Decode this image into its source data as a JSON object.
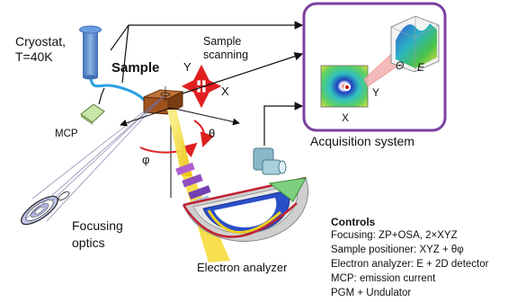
{
  "labels": {
    "cryostat_line1": "Cryostat,",
    "cryostat_line2": "T=40K",
    "sample": "Sample",
    "sample_scanning_line1": "Sample",
    "sample_scanning_line2": "scanning",
    "axis_y_sample": "Y",
    "axis_x_sample": "X",
    "theta": "θ",
    "phi": "φ",
    "mcp": "MCP",
    "focusing_line1": "Focusing",
    "focusing_line2": "optics",
    "electron_analyzer": "Electron analyzer",
    "acquisition_system": "Acquisition system",
    "acq_x": "X",
    "acq_y": "Y",
    "acq_theta": "Θ",
    "acq_e": "E"
  },
  "controls": {
    "title": "Controls",
    "items": [
      "Focusing: ZP+OSA, 2×XYZ",
      "Sample positioner: XYZ + θφ",
      "Electron analyzer: E + 2D detector",
      "MCP: emission current",
      "PGM + Undulator"
    ]
  },
  "colors": {
    "acquisition_border": "#7b3fa0",
    "sample_block": "#a0521d",
    "cryostat": "#5b8fd0",
    "beam": "#f0d020",
    "rotation_arrows": "#e02020"
  }
}
